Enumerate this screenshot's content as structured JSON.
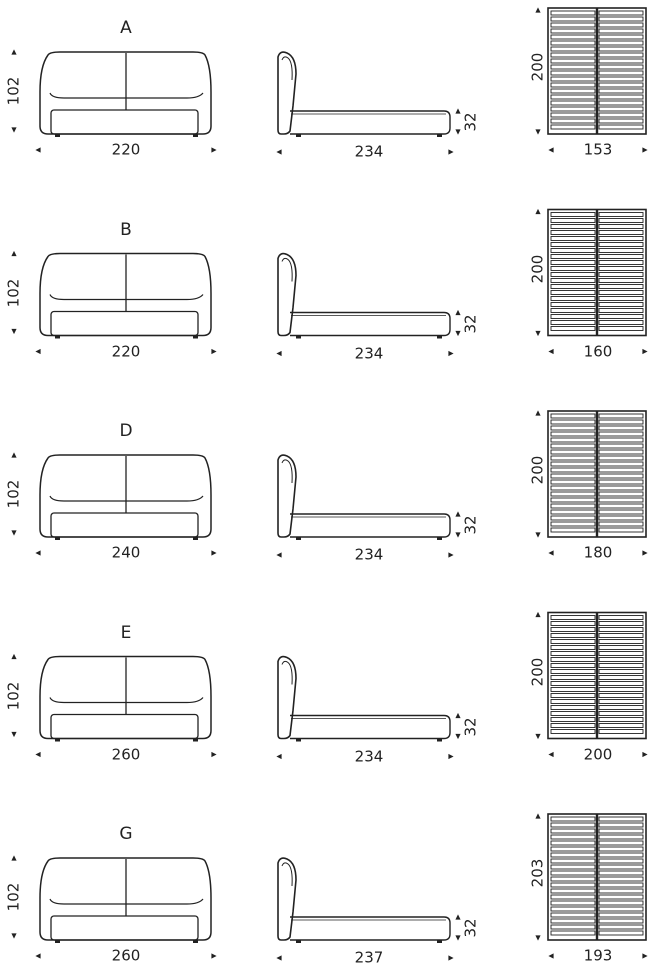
{
  "models": [
    {
      "letter": "A",
      "front_width": "220",
      "front_height": "102",
      "side_length": "234",
      "side_height": "32",
      "slat_width": "153",
      "slat_length": "200"
    },
    {
      "letter": "B",
      "front_width": "220",
      "front_height": "102",
      "side_length": "234",
      "side_height": "32",
      "slat_width": "160",
      "slat_length": "200"
    },
    {
      "letter": "D",
      "front_width": "240",
      "front_height": "102",
      "side_length": "234",
      "side_height": "32",
      "slat_width": "180",
      "slat_length": "200"
    },
    {
      "letter": "E",
      "front_width": "260",
      "front_height": "102",
      "side_length": "234",
      "side_height": "32",
      "slat_width": "200",
      "slat_length": "200"
    },
    {
      "letter": "G",
      "front_width": "260",
      "front_height": "102",
      "side_length": "237",
      "side_height": "32",
      "slat_width": "193",
      "slat_length": "203"
    }
  ],
  "colors": {
    "line": "#222222",
    "fill": "#ffffff"
  }
}
